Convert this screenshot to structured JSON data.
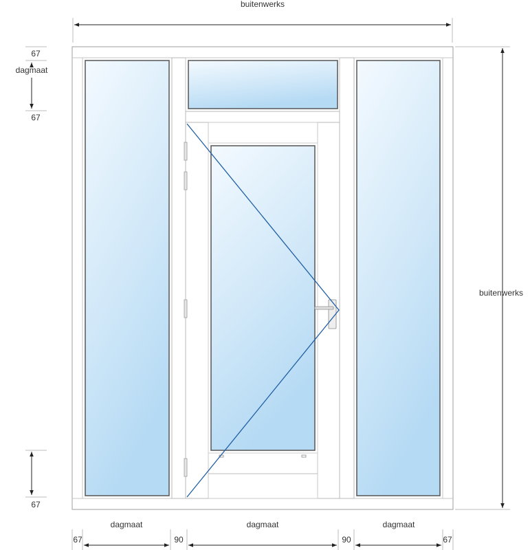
{
  "labels": {
    "outer_width": "buitenwerks",
    "outer_height": "buitenwerks",
    "daylight_left_height": "dagmaat",
    "daylight_bottom_left": "dagmaat",
    "daylight_bottom_center": "dagmaat",
    "daylight_bottom_right": "dagmaat"
  },
  "dimensions": {
    "top_frame_depth": "67",
    "transom_depth": "67",
    "bottom_frame_depth": "67",
    "left_frame_width": "67",
    "left_mullion_width": "90",
    "right_mullion_width": "90",
    "right_frame_width": "67"
  },
  "colors": {
    "glass_top": "#f3f9fe",
    "glass_mid": "#d6ebfa",
    "glass_bottom": "#b7dbf5",
    "opening_indicator": "#1f5fa3",
    "frame_stroke": "#9e9e9e",
    "dimension_line": "#222222"
  },
  "door": {
    "opening_direction": "inward-left-hinged",
    "handle": "lever-handle-icon",
    "hinges": 4
  }
}
